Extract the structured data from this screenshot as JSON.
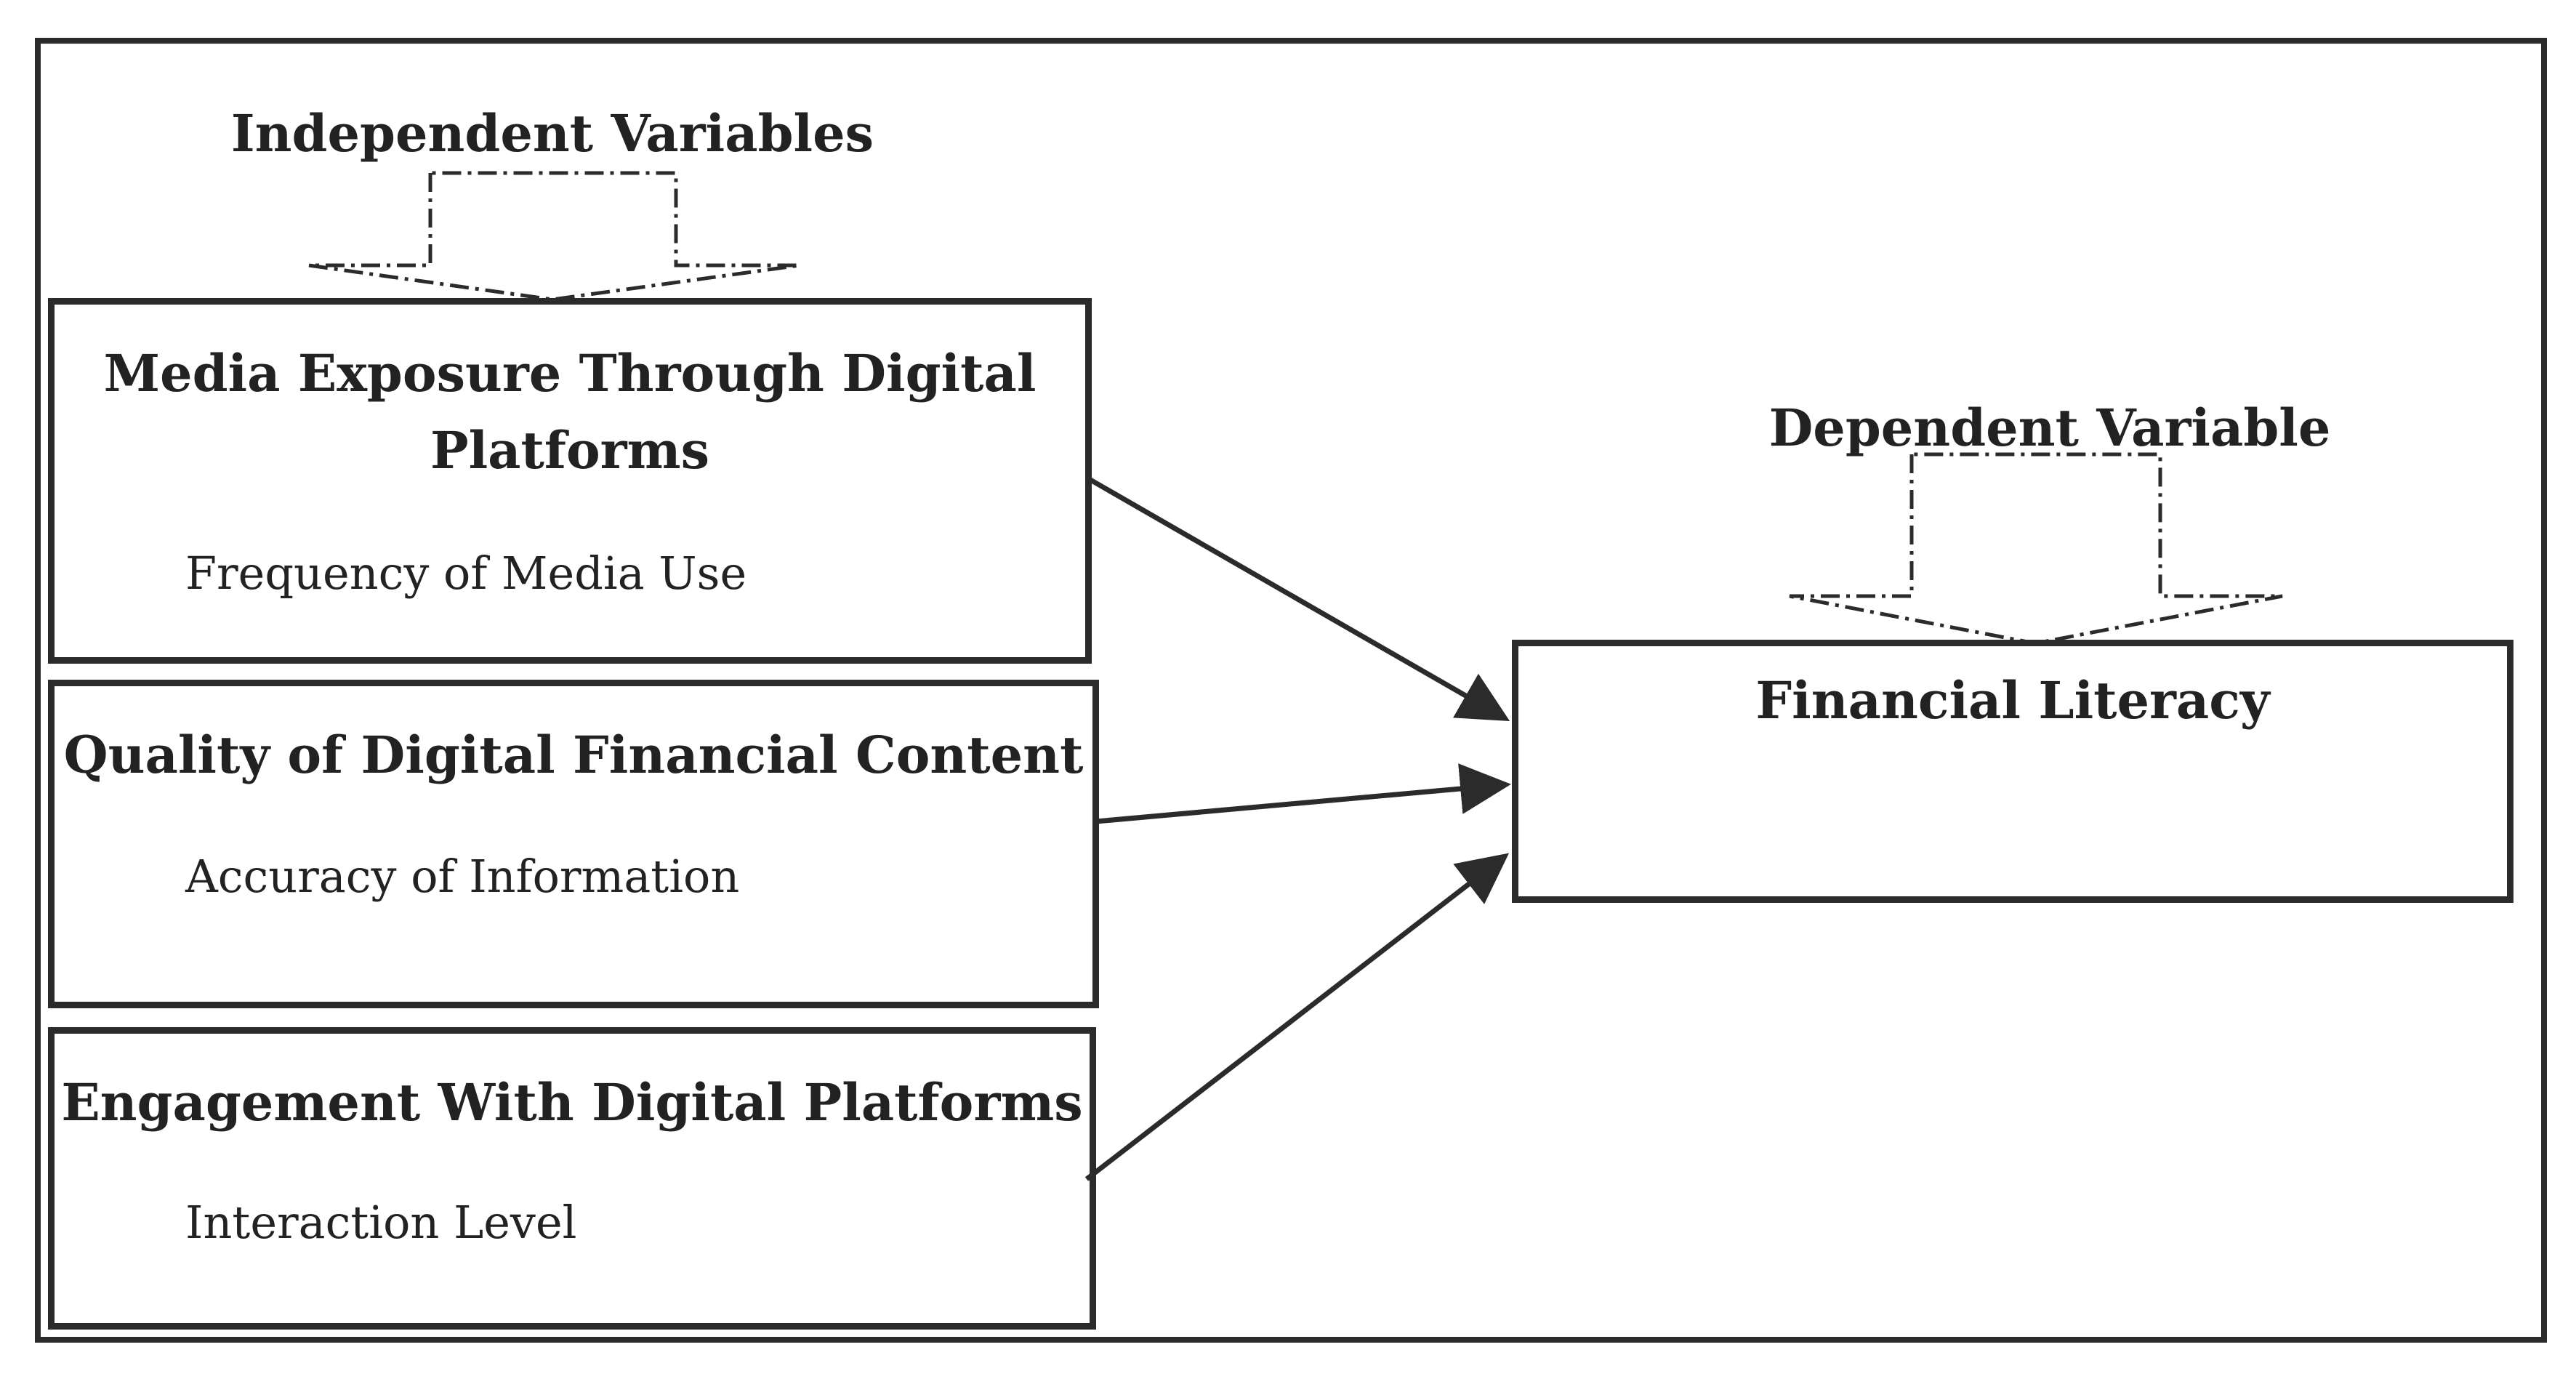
{
  "independent": {
    "label": "Independent Variables",
    "boxes": [
      {
        "title_line1": "Media Exposure Through Digital",
        "title_line2": "Platforms",
        "indicator": "Frequency of Media Use"
      },
      {
        "title": "Quality of Digital Financial Content",
        "indicator": "Accuracy of Information"
      },
      {
        "title": "Engagement With Digital Platforms",
        "indicator": "Interaction Level"
      }
    ]
  },
  "dependent": {
    "label": "Dependent Variable",
    "box": {
      "title": "Financial Literacy"
    }
  },
  "colors": {
    "line": "#2b2b2b",
    "text": "#222222",
    "background": "#ffffff"
  }
}
